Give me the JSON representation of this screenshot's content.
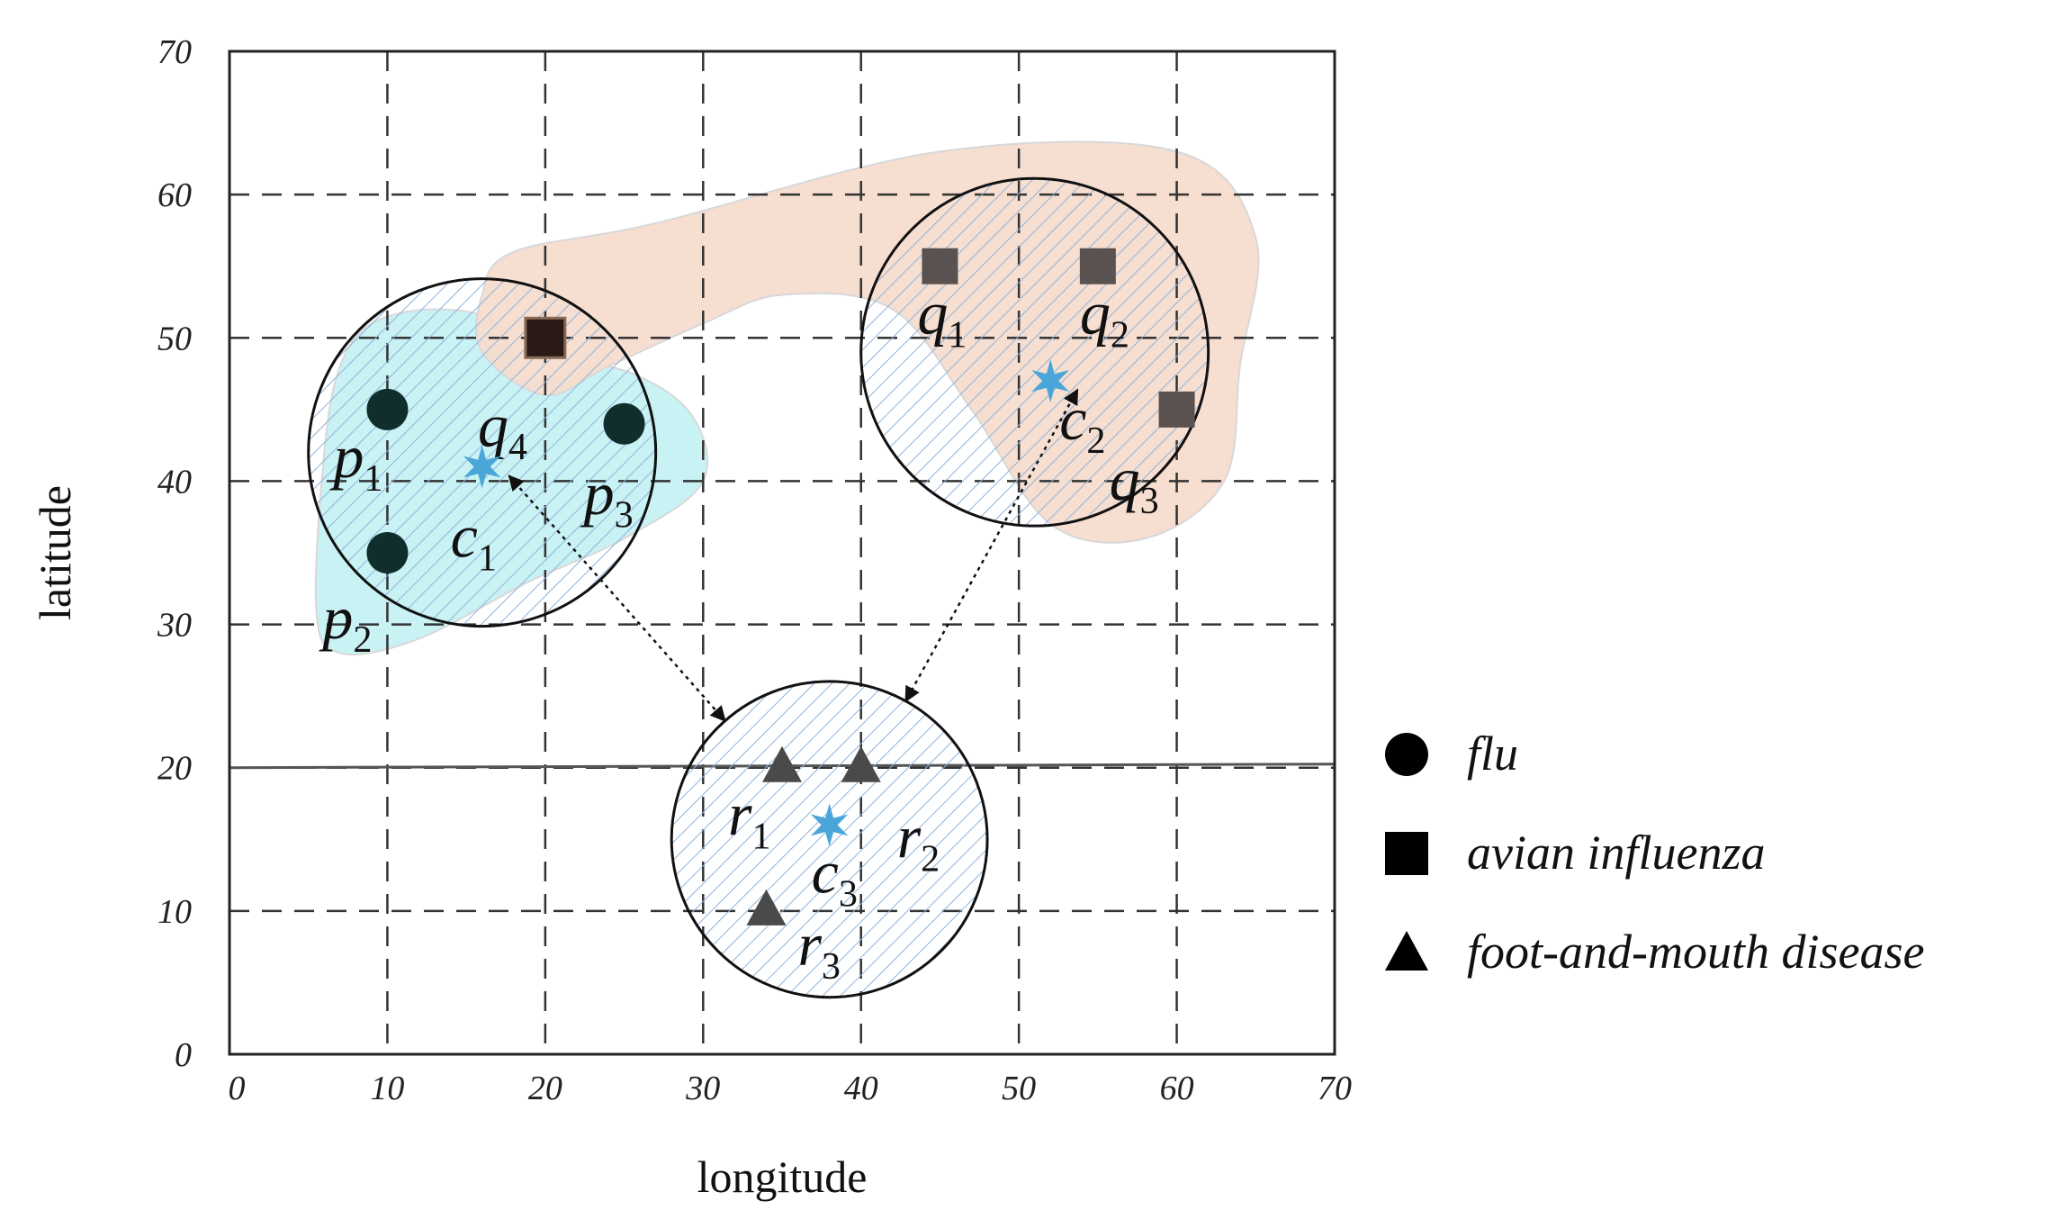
{
  "chart_data": {
    "type": "scatter",
    "title": "",
    "xlabel": "longitude",
    "ylabel": "latitude",
    "xlim": [
      0,
      70
    ],
    "ylim": [
      0,
      70
    ],
    "xticks": [
      "0",
      "10",
      "20",
      "30",
      "40",
      "50",
      "60",
      "70"
    ],
    "yticks": [
      "0",
      "10",
      "20",
      "30",
      "40",
      "50",
      "60",
      "70"
    ],
    "grid": true,
    "legend_position": "right",
    "series": [
      {
        "name": "flu",
        "marker": "circle",
        "color": "#0f2e2c",
        "points": [
          {
            "label": "p",
            "sub": "1",
            "x": 10,
            "y": 45
          },
          {
            "label": "p",
            "sub": "2",
            "x": 10,
            "y": 35
          },
          {
            "label": "p",
            "sub": "3",
            "x": 25,
            "y": 44
          }
        ]
      },
      {
        "name": "avian influenza",
        "marker": "square",
        "color": "#5a5250",
        "points": [
          {
            "label": "q",
            "sub": "1",
            "x": 45,
            "y": 55
          },
          {
            "label": "q",
            "sub": "2",
            "x": 55,
            "y": 55
          },
          {
            "label": "q",
            "sub": "3",
            "x": 60,
            "y": 45
          },
          {
            "label": "q",
            "sub": "4",
            "x": 20,
            "y": 50
          }
        ]
      },
      {
        "name": "foot-and-mouth disease",
        "marker": "triangle",
        "color": "#4a4a4a",
        "points": [
          {
            "label": "r",
            "sub": "1",
            "x": 35,
            "y": 20
          },
          {
            "label": "r",
            "sub": "2",
            "x": 40,
            "y": 20
          },
          {
            "label": "r",
            "sub": "3",
            "x": 34,
            "y": 10
          }
        ]
      }
    ],
    "centers": [
      {
        "label": "c",
        "sub": "1",
        "x": 16,
        "y": 41
      },
      {
        "label": "c",
        "sub": "2",
        "x": 52,
        "y": 47
      },
      {
        "label": "c",
        "sub": "3",
        "x": 38,
        "y": 16
      }
    ],
    "circles": [
      {
        "center": "c1",
        "cx": 16,
        "cy": 42,
        "r": 11
      },
      {
        "center": "c2",
        "cx": 51,
        "cy": 49,
        "r": 11
      },
      {
        "center": "c3",
        "cx": 38,
        "cy": 15,
        "r": 10
      }
    ],
    "links": [
      {
        "from": "c1",
        "to": "c3"
      },
      {
        "from": "c2",
        "to": "c3"
      }
    ],
    "reference_line_y": 20,
    "colors": {
      "flu_region": "#c9f2f5",
      "avian_region": "#f5dccd",
      "star": "#4aa6d8",
      "hatch": "#8fb3d9"
    }
  }
}
